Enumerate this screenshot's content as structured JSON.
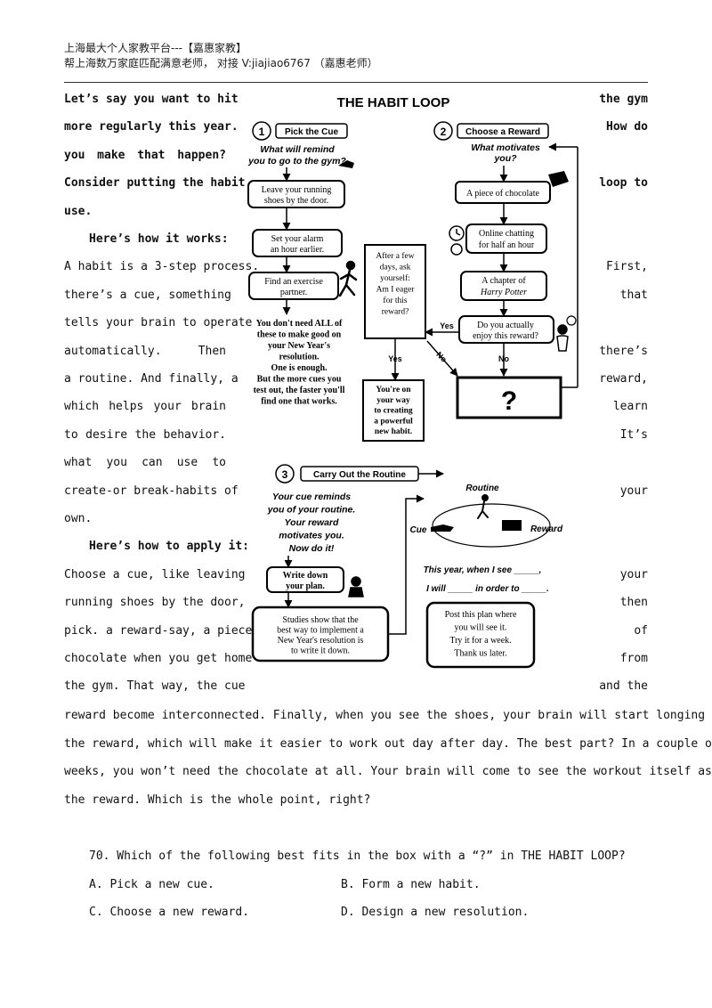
{
  "header": {
    "line1": "上海最大个人家教平台---【嘉惠家教】",
    "line2": "帮上海数万家庭匹配满意老师， 对接 V:jiajiao6767 （嘉惠老师）"
  },
  "left_lines": [
    "Let’s say you want to hit",
    "more regularly this year.",
    "you make that happen?",
    "Consider putting the habit",
    "use.",
    "Here’s how it works:",
    "A habit is a 3-step process.",
    "there’s a cue, something",
    "tells your brain to operate",
    "automatically.   Then",
    "a routine. And finally, a",
    "which helps your brain",
    "to desire the behavior.",
    "what you can use to",
    "create-or break-habits of",
    "own.",
    "Here’s how to apply it:",
    "Choose a cue, like leaving",
    "running shoes by the door,",
    "pick. a reward-say, a piece",
    "chocolate when you get home",
    "the gym. That way, the cue"
  ],
  "right_lines": [
    "the gym",
    "How  do",
    "",
    "loop to",
    "",
    "",
    "First,",
    "that",
    "",
    "there’s",
    "reward,",
    "learn",
    "It’s",
    "",
    "your",
    "",
    "",
    "your",
    "then",
    "of",
    "from",
    "and the"
  ],
  "bottom_lines": [
    "reward become interconnected. Finally, when you see the shoes, your brain will start longing for",
    "the reward, which will make it easier to work out day after day. The best part? In a couple of",
    "weeks, you won’t need the chocolate at all. Your brain will come to see the workout itself as",
    "the reward. Which is the whole point, right?"
  ],
  "question": {
    "stem": "70. Which of the following best fits in the box with a  “?”  in THE HABIT LOOP?",
    "a": "A. Pick a new cue.",
    "b": "B. Form a new habit.",
    "c": "C. Choose a new reward.",
    "d": "D. Design a new resolution."
  },
  "figure": {
    "title": "THE HABIT LOOP",
    "step1_num": "1",
    "step1": "Pick the Cue",
    "step1_q1": "What will remind",
    "step1_q2": "you to go to the gym?",
    "c1a": "Leave your running",
    "c1b": "shoes by the door.",
    "c2a": "Set your alarm",
    "c2b": "an hour earlier.",
    "c3a": "Find an exercise",
    "c3b": "partner.",
    "note": [
      "You don't need ALL of",
      "these to make good on",
      "your New Year's",
      "resolution.",
      "One is enough.",
      "But the more cues you",
      "test out, the faster you'll",
      "find one that works."
    ],
    "step2_num": "2",
    "step2": "Choose a Reward",
    "step2_q1": "What motivates",
    "step2_q2": "you?",
    "r1": "A piece of chocolate",
    "r2a": "Online chatting",
    "r2b": "for half an hour",
    "r3a": "A chapter of",
    "r3b": "Harry Potter",
    "r4a": "Do you actually",
    "r4b": "enjoy this reward?",
    "ask": [
      "After a few",
      "days, ask",
      "yourself:",
      "Am I eager",
      "for this",
      "reward?"
    ],
    "yes1": "Yes",
    "yes2": "Yes",
    "no1": "No",
    "no2": "No",
    "qmark": "?",
    "way": [
      "You're on",
      "your way",
      "to creating",
      "a powerful",
      "new habit."
    ],
    "step3_num": "3",
    "step3": "Carry Out the  Routine",
    "s3": [
      "Your cue reminds",
      "you of your routine.",
      "Your reward",
      "motivates you.",
      "Now do it!"
    ],
    "write1": "Write down",
    "write2": "your plan.",
    "studies": [
      "Studies show that the",
      "best way to implement a",
      "New Year's resolution is",
      "to write it down."
    ],
    "loop_routine": "Routine",
    "loop_cue": "Cue",
    "loop_reward": "Reward",
    "plan1": "This year, when I see _____,",
    "plan2": "I will _____ in order to _____.",
    "post": [
      "Post this plan where",
      "you will see it.",
      "Try it for a week.",
      "Thank us later."
    ]
  }
}
